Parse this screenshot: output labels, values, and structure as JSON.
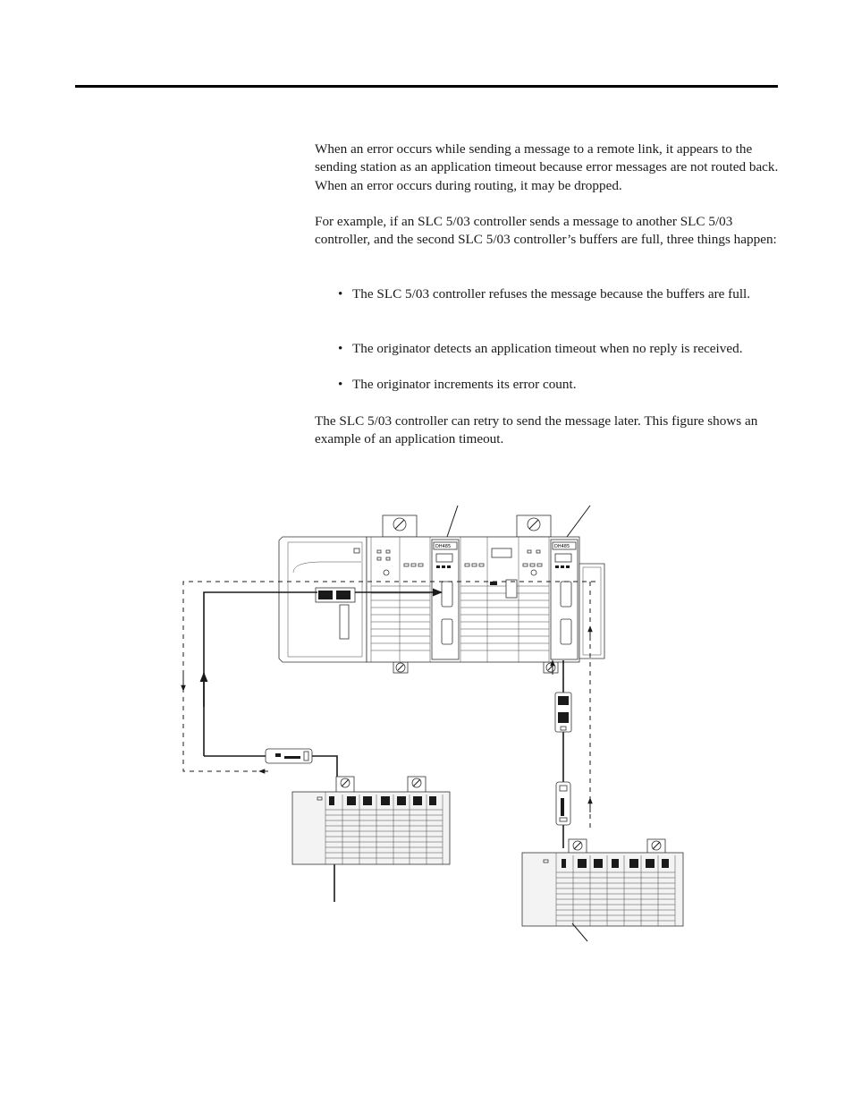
{
  "paragraphs": {
    "p1": "When an error occurs while sending a message to a remote link, it appears to the sending station as an application timeout because error messages are not routed back. When an error occurs during routing, it may be dropped.",
    "p2": "For example, if an SLC 5/03 controller sends a message to another SLC 5/03 controller, and the second SLC 5/03 controller’s buffers are full, three things happen:",
    "p3": "The SLC 5/03 controller can retry to send the message later.  This figure shows an example of an application timeout."
  },
  "bullets": [
    "The SLC 5/03 controller refuses the message because the buffers are full.",
    "The originator detects an application timeout when no reply is received.",
    "The originator increments its error count."
  ],
  "bullet_symbol": "•",
  "figure": {
    "module_label_1": "DH485",
    "module_label_2": "DH485"
  }
}
